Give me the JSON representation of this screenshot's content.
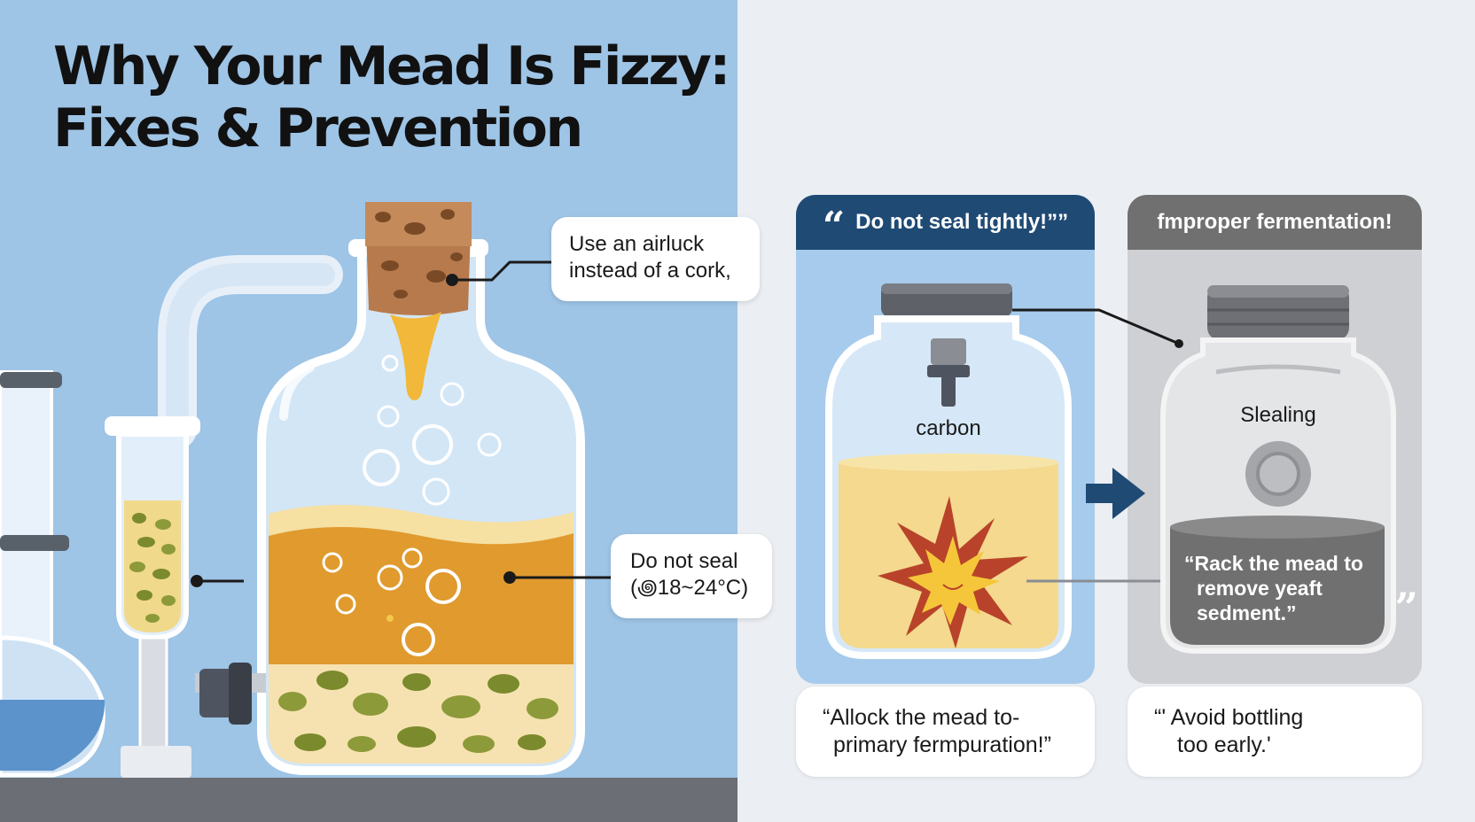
{
  "title": {
    "line1": "Why Your Mead Is Fizzy:",
    "line2": "Fixes & Prevention"
  },
  "colors": {
    "left_background": "#9ec4e6",
    "right_background": "#ebeef2",
    "navy_accent": "#1f4a74",
    "gray_accent": "#707070",
    "honey": "#e09a2e",
    "pale_honey": "#f4d98e",
    "sediment": "#8d9a3a",
    "cork": "#b77a4d"
  },
  "left_diagram": {
    "callout_airlock": {
      "line1": "Use an airluck",
      "line2": "instead of a cork,"
    },
    "callout_temperature": {
      "line1": "Do not seal",
      "line2": "(꩜18~24°C)"
    }
  },
  "panel_left": {
    "header_icon": "open-quote-icon",
    "header": "Do not seal tightly!””",
    "jar_label": "carbon",
    "burst_icon": "explosion-icon",
    "bottom_card": {
      "line1": "“Allock the mead to-",
      "line2": "primary fermpuration!”"
    }
  },
  "arrow_icon": "right-arrow-icon",
  "panel_right": {
    "header": "fmproper fermentation!",
    "jar_label": "Slealing",
    "jar_quote": {
      "line1": "“Rack the mead to",
      "line2": "remove yeaft",
      "line3": "sedment.”",
      "close_mark": "”"
    },
    "bottom_card": {
      "line1": "“' Avoid bottling",
      "line2": "too early.'"
    }
  }
}
